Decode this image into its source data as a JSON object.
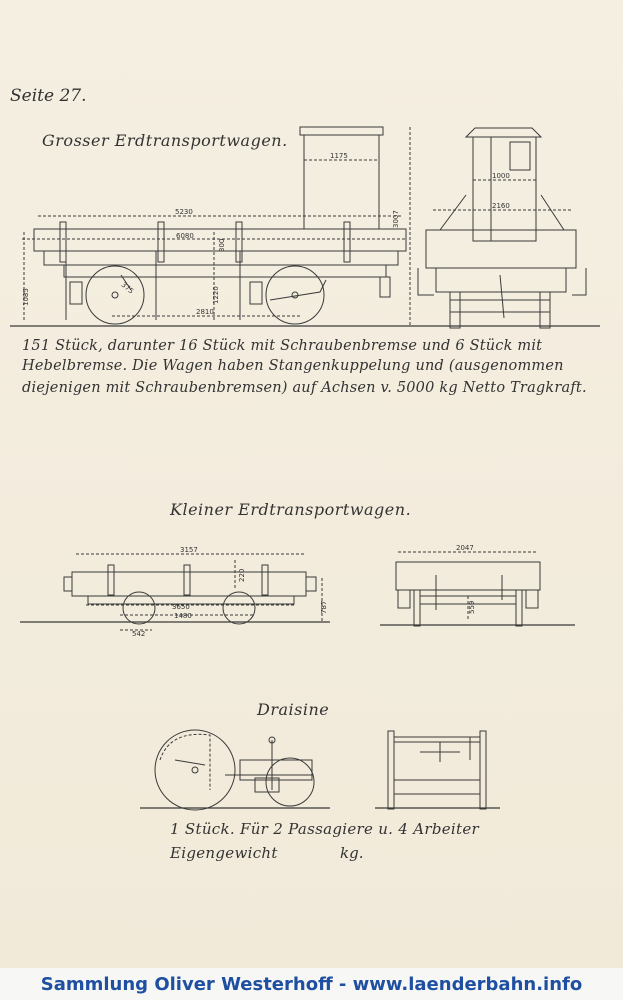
{
  "page_label": "Seite 27.",
  "large_wagon": {
    "title": "Grosser Erdtransportwagen.",
    "dims": {
      "d5230": "5230",
      "d6080": "6080",
      "d1175": "1175",
      "d3007": "3007",
      "d1000": "1000",
      "d2160": "2160",
      "d1085": "1085",
      "d1220": "1220",
      "d2810": "2810",
      "d300": "300",
      "d375": "375"
    },
    "description": [
      "151 Stück, darunter 16 Stück mit Schraubenbremse und 6 Stück mit",
      "Hebelbremse. Die Wagen haben Stangenkuppelung und (ausgenommen",
      "diejenigen mit Schraubenbremsen) auf Achsen v. 5000 kg Netto Tragkraft."
    ]
  },
  "small_wagon": {
    "title": "Kleiner Erdtransportwagen.",
    "dims": {
      "d3157": "3157",
      "d2047": "2047",
      "d3650": "3650",
      "d1480": "1480",
      "d542": "542",
      "d787": "787",
      "d220": "220",
      "d559": "559"
    }
  },
  "draisine": {
    "title": "Draisine",
    "note_line1": "1 Stück. Für 2 Passagiere u. 4 Arbeiter",
    "note_line2_left": "Eigengewicht",
    "note_line2_right": "kg."
  },
  "footer": "Sammlung Oliver Westerhoff - www.laenderbahn.info"
}
